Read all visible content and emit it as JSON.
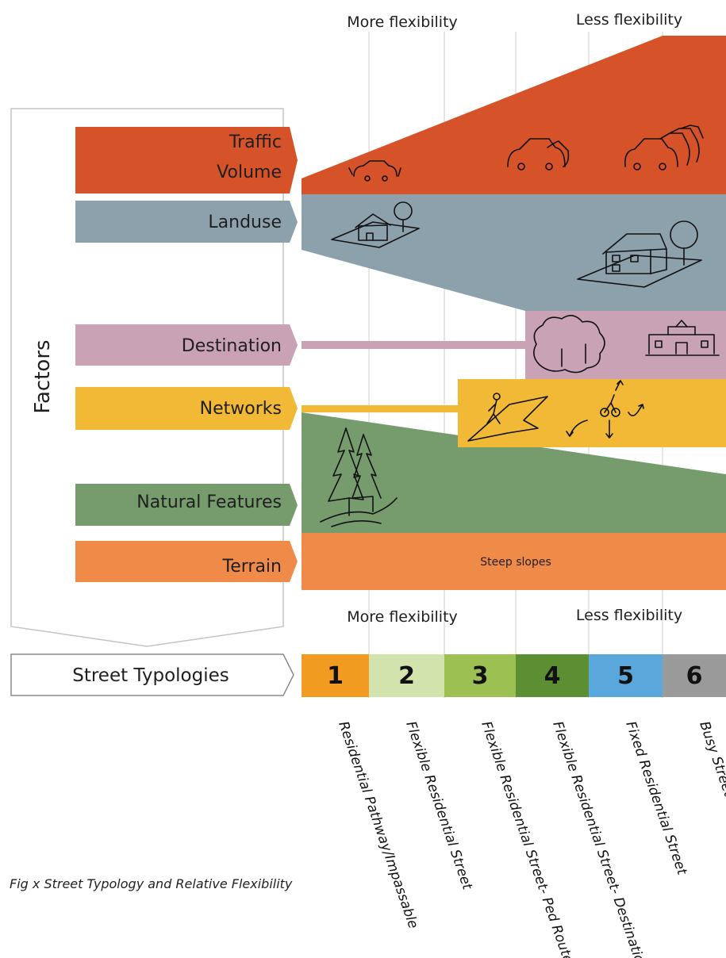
{
  "flexibility": {
    "top_more": "More flexibility",
    "top_less": "Less flexibility",
    "bottom_more": "More flexibility",
    "bottom_less": "Less flexibility"
  },
  "factors_title": "Factors",
  "factors": {
    "traffic_line1": "Traffic",
    "traffic_line2": "Volume",
    "landuse": "Landuse",
    "destination": "Destination",
    "networks": "Networks",
    "natural": "Natural Features",
    "terrain": "Terrain"
  },
  "terrain_note": "Steep slopes",
  "typologies_label": "Street Typologies",
  "typologies": [
    {
      "num": "1",
      "name": "Residential Pathway/Impassable",
      "color": "#f29b21"
    },
    {
      "num": "2",
      "name": "Flexible Residential Street",
      "color": "#d3e3ad"
    },
    {
      "num": "3",
      "name": "Flexible Residential Street- Ped Route",
      "color": "#9cc052"
    },
    {
      "num": "4",
      "name": "Flexible Residential Street- Destination",
      "color": "#5c8e32"
    },
    {
      "num": "5",
      "name": "Fixed Residential Street",
      "color": "#5aa7db"
    },
    {
      "num": "6",
      "name": "Busy Street",
      "color": "#9a9a9a"
    }
  ],
  "caption": "Fig x Street Typology and Relative Flexibility",
  "colors": {
    "traffic": "#d6532a",
    "landuse": "#8da1ad",
    "destination": "#c9a2b5",
    "networks": "#f1b935",
    "natural": "#769c6e",
    "terrain": "#ef8a48"
  }
}
